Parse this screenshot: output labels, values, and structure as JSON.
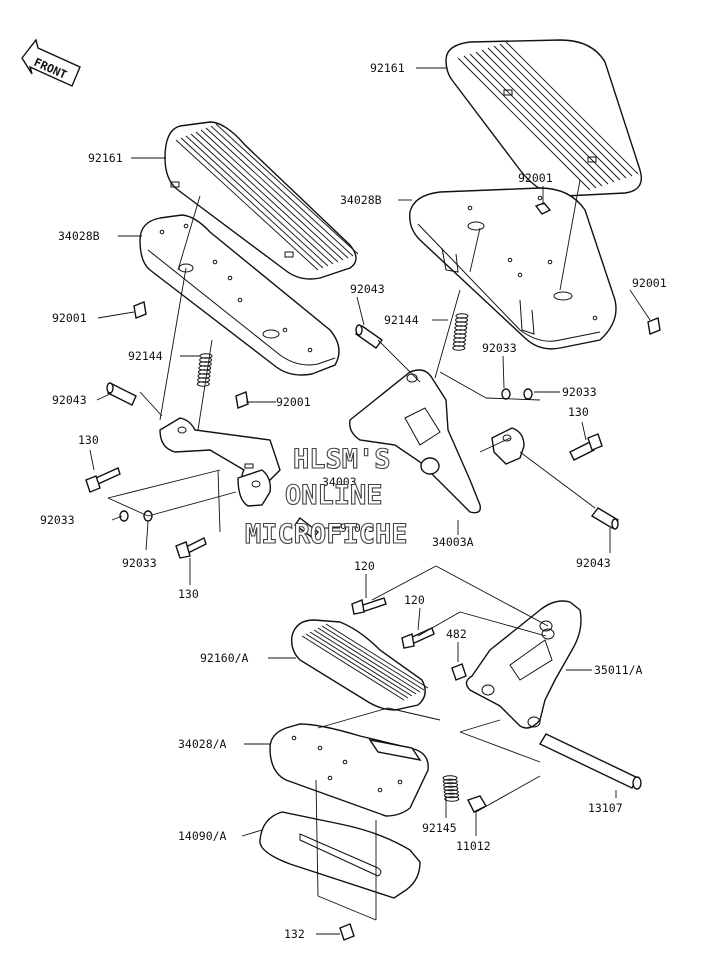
{
  "front_arrow": {
    "label": "FRONT"
  },
  "watermark": {
    "line1": "HLSM'S",
    "line2": "ONLINE",
    "line3": "MICROFICHE"
  },
  "labels": {
    "p92161_right": "92161",
    "p92161_left": "92161",
    "p34028B_left": "34028B",
    "p34028B_right": "34028B",
    "p92001_right_a": "92001",
    "p92001_right_b": "92001",
    "p92001_left_a": "92001",
    "p92001_left_b": "92001",
    "p92043_upper": "92043",
    "p92144_right": "92144",
    "p92144_left": "92144",
    "p92033_ra": "92033",
    "p92033_rb": "92033",
    "p92043_left": "92043",
    "p130_r": "130",
    "p130_l": "130",
    "p34003": "34003",
    "p92033_la": "92033",
    "p92043_mid": "92043",
    "p34003A": "34003A",
    "p92043_right": "92043",
    "p92033_lb": "92033",
    "p130_lb": "130",
    "p120_a": "120",
    "p120_b": "120",
    "p482": "482",
    "p92160A": "92160/A",
    "p35011A": "35011/A",
    "p34028A": "34028/A",
    "p13107": "13107",
    "p92145": "92145",
    "p11012": "11012",
    "p14090A": "14090/A",
    "p132": "132"
  }
}
